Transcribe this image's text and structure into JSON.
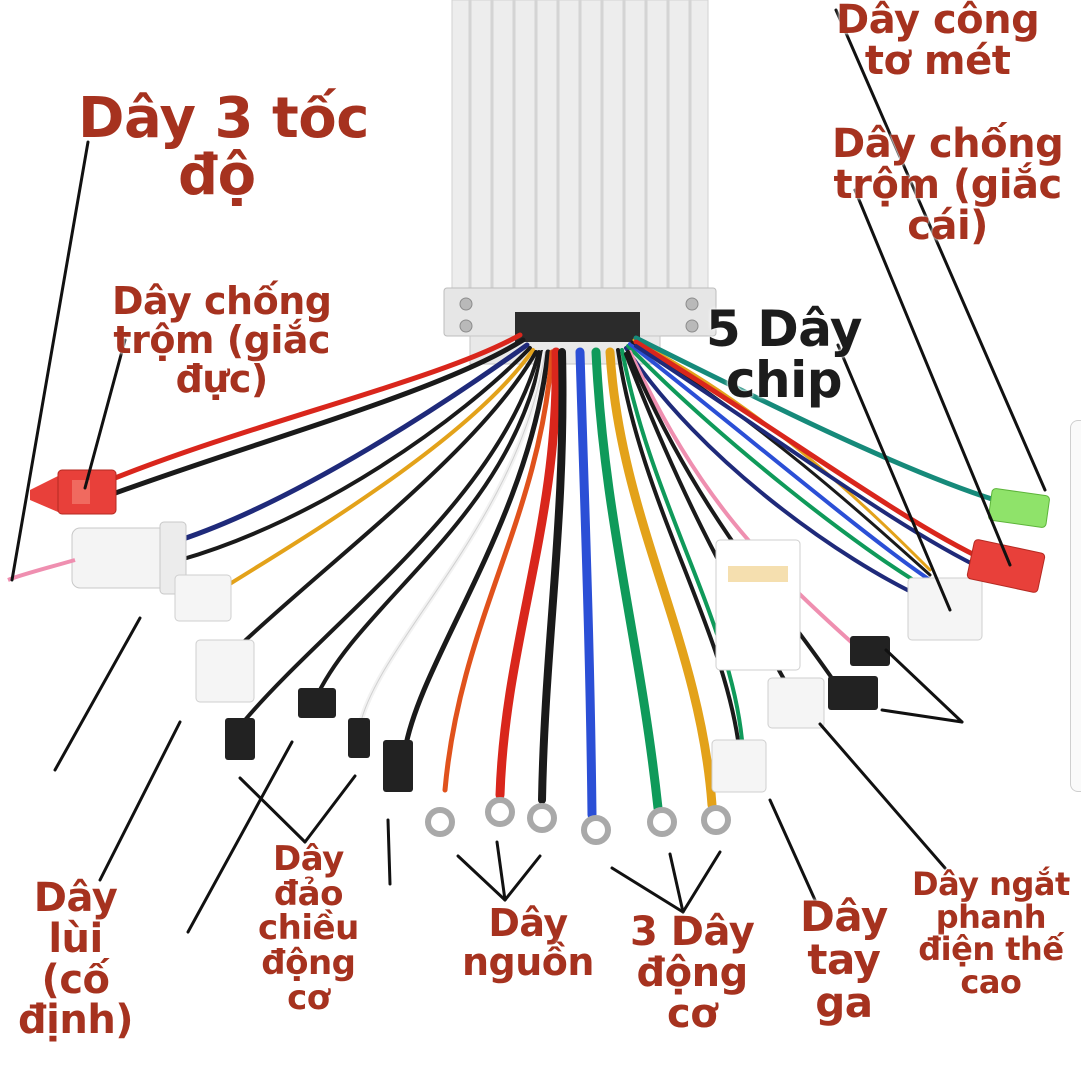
{
  "labels": {
    "speed3": [
      "Dây 3 tốc",
      "độ"
    ],
    "antitheft_male": [
      "Dây chống",
      "trộm (giắc",
      "đực)"
    ],
    "speedometer": [
      "Dây công",
      "tơ mét"
    ],
    "antitheft_female": [
      "Dây chống",
      "trộm (giắc",
      "cái)"
    ],
    "chip5": [
      "5 Dây",
      "chip"
    ],
    "reverse": [
      "Dây",
      "lùi",
      "(cố",
      "định)"
    ],
    "motor_reverse": [
      "Dây",
      "đảo",
      "chiều",
      "động",
      "cơ"
    ],
    "power": [
      "Dây",
      "nguồn"
    ],
    "motor3": [
      "3 Dây",
      "động",
      "cơ"
    ],
    "throttle": [
      "Dây",
      "tay",
      "ga"
    ],
    "brake_cutoff": [
      "Dây ngắt",
      "phanh",
      "điện thế",
      "cao"
    ]
  },
  "colors": {
    "label_red": "#a6321f",
    "label_black": "#1c1c1c",
    "wire_red": "#d9261c",
    "wire_black": "#1a1a1a",
    "wire_blue": "#2b4fd6",
    "wire_green": "#0f9a5a",
    "wire_yellow": "#e3a21a",
    "wire_orange": "#e0521c",
    "wire_white": "#e8e8e8",
    "wire_teal": "#168a7a",
    "wire_navy": "#1f2a7a",
    "wire_pink": "#ef8fb0",
    "connector_red": "#e8403a",
    "connector_green": "#8fe36a",
    "controller_body": "#ececec"
  }
}
